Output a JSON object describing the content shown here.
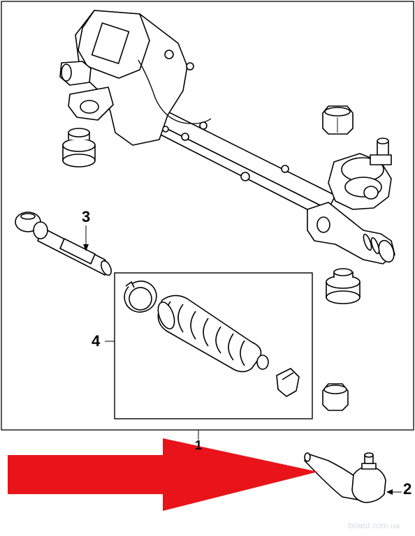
{
  "callouts": {
    "one": "1",
    "two": "2",
    "three": "3",
    "four": "4"
  },
  "watermark": "board.com.ua",
  "colors": {
    "arrow": "#e8141a",
    "line": "#000000",
    "background": "#ffffff"
  },
  "icons": {
    "arrow": "red-arrow-right",
    "rack": "steering-rack-assembly",
    "tie_rod": "inner-tie-rod",
    "boot": "bellows-boot",
    "end": "outer-tie-rod-end"
  }
}
